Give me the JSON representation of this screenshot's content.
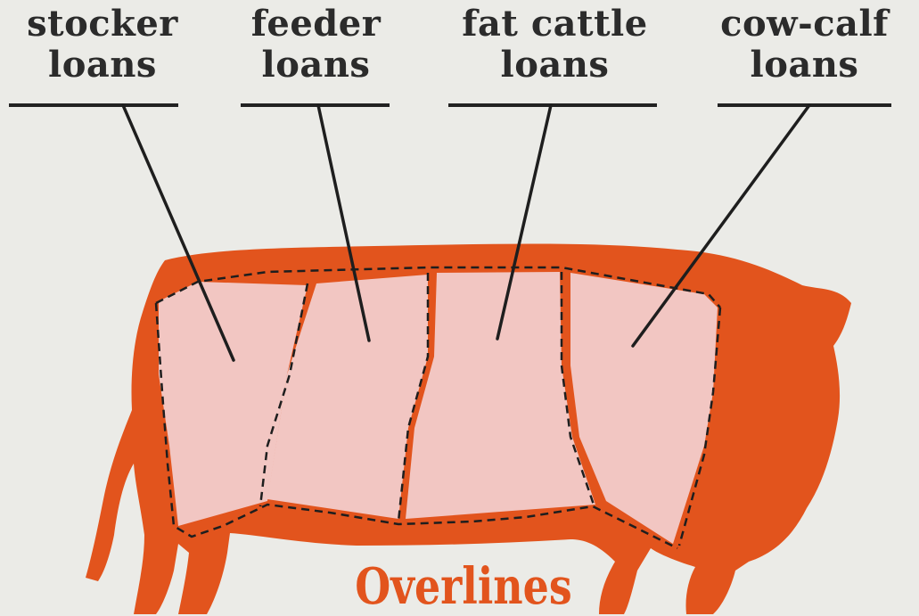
{
  "labels": [
    {
      "line1": "stocker",
      "line2": "loans"
    },
    {
      "line1": "feeder",
      "line2": "loans"
    },
    {
      "line1": "fat cattle",
      "line2": "loans"
    },
    {
      "line1": "cow-calf",
      "line2": "loans"
    }
  ],
  "title": "Overlines",
  "colors": {
    "background": "#ebebe7",
    "silhouette": "#e2541d",
    "sections": "#f2c6c2",
    "text": "#2b2b2b",
    "title": "#e2541d"
  }
}
